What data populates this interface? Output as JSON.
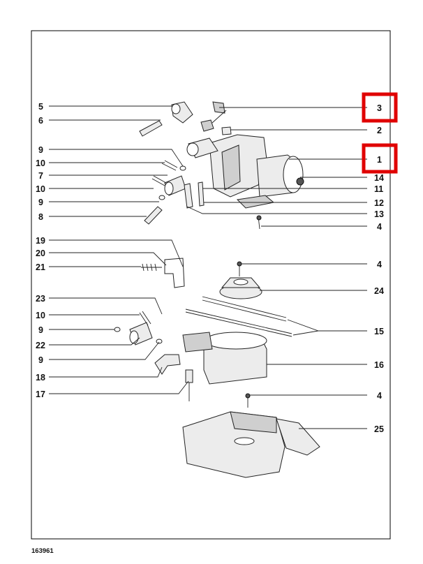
{
  "labels": {
    "l5": "5",
    "l6": "6",
    "l9a": "9",
    "l10a": "10",
    "l7": "7",
    "l10b": "10",
    "l9b": "9",
    "l8": "8",
    "l19": "19",
    "l20": "20",
    "l21": "21",
    "l23": "23",
    "l10c": "10",
    "l9c": "9",
    "l22": "22",
    "l9d": "9",
    "l18": "18",
    "l17": "17",
    "r3": "3",
    "r2": "2",
    "r1": "1",
    "r14": "14",
    "r11": "11",
    "r12": "12",
    "r13": "13",
    "r4a": "4",
    "r4b": "4",
    "r24": "24",
    "r15": "15",
    "r16": "16",
    "r4c": "4",
    "r25": "25"
  },
  "reference_number": "163961",
  "highlights": [
    "3",
    "1"
  ],
  "colors": {
    "highlight": "#e00000",
    "line": "#222222"
  }
}
